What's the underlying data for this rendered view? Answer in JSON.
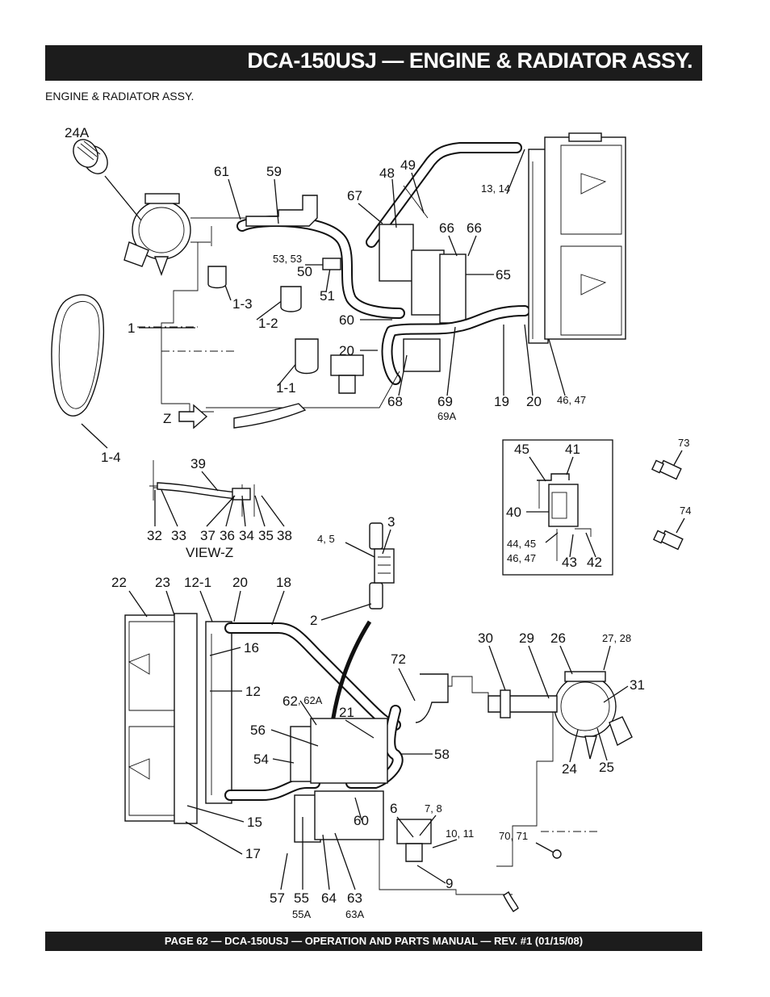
{
  "header": {
    "title": "DCA-150USJ — ENGINE & RADIATOR ASSY."
  },
  "subtitle": "ENGINE & RADIATOR ASSY.",
  "footer": {
    "text": "PAGE 62 — DCA-150USJ —  OPERATION AND PARTS  MANUAL — REV. #1  (01/15/08)"
  },
  "callouts": {
    "c24a": "24A",
    "c61": "61",
    "c59": "59",
    "c48": "48",
    "c49": "49",
    "c67": "67",
    "c13_14": "13, 14",
    "c66a": "66",
    "c66b": "66",
    "c65": "65",
    "c53_53": "53, 53",
    "c50": "50",
    "c51": "51",
    "c1_3": "1-3",
    "c1_2": "1-2",
    "c1": "1",
    "c60a": "60",
    "c20a": "20",
    "c1_1": "1-1",
    "c68": "68",
    "c69": "69",
    "c69a": "69A",
    "c19": "19",
    "c20b": "20",
    "c46_47a": "46, 47",
    "cZ": "Z",
    "c1_4": "1-4",
    "c39": "39",
    "c32": "32",
    "c33": "33",
    "c37": "37",
    "c36": "36",
    "c34": "34",
    "c35": "35",
    "c38": "38",
    "view_z": "VIEW-Z",
    "c45": "45",
    "c41": "41",
    "c40": "40",
    "c44_45": "44, 45",
    "c46_47b": "46, 47",
    "c43": "43",
    "c42": "42",
    "c73": "73",
    "c74": "74",
    "c4_5": "4, 5",
    "c3": "3",
    "c2": "2",
    "c22": "22",
    "c23": "23",
    "c12_1": "12-1",
    "c20c": "20",
    "c18": "18",
    "c16": "16",
    "c12": "12",
    "c72": "72",
    "c30": "30",
    "c29": "29",
    "c26": "26",
    "c27_28": "27, 28",
    "c31": "31",
    "c62": "62",
    "c62a": ", 62A",
    "c21": "21",
    "c56": "56",
    "c54": "54",
    "c58": "58",
    "c24": "24",
    "c25": "25",
    "c15": "15",
    "c17": "17",
    "c6": "6",
    "c7_8": "7, 8",
    "c60b": "60",
    "c10_11": "10, 11",
    "c70_71": "70, 71",
    "c9": "9",
    "c57": "57",
    "c55": "55",
    "c64": "64",
    "c63": "63",
    "c55a": "55A",
    "c63a": "63A"
  }
}
